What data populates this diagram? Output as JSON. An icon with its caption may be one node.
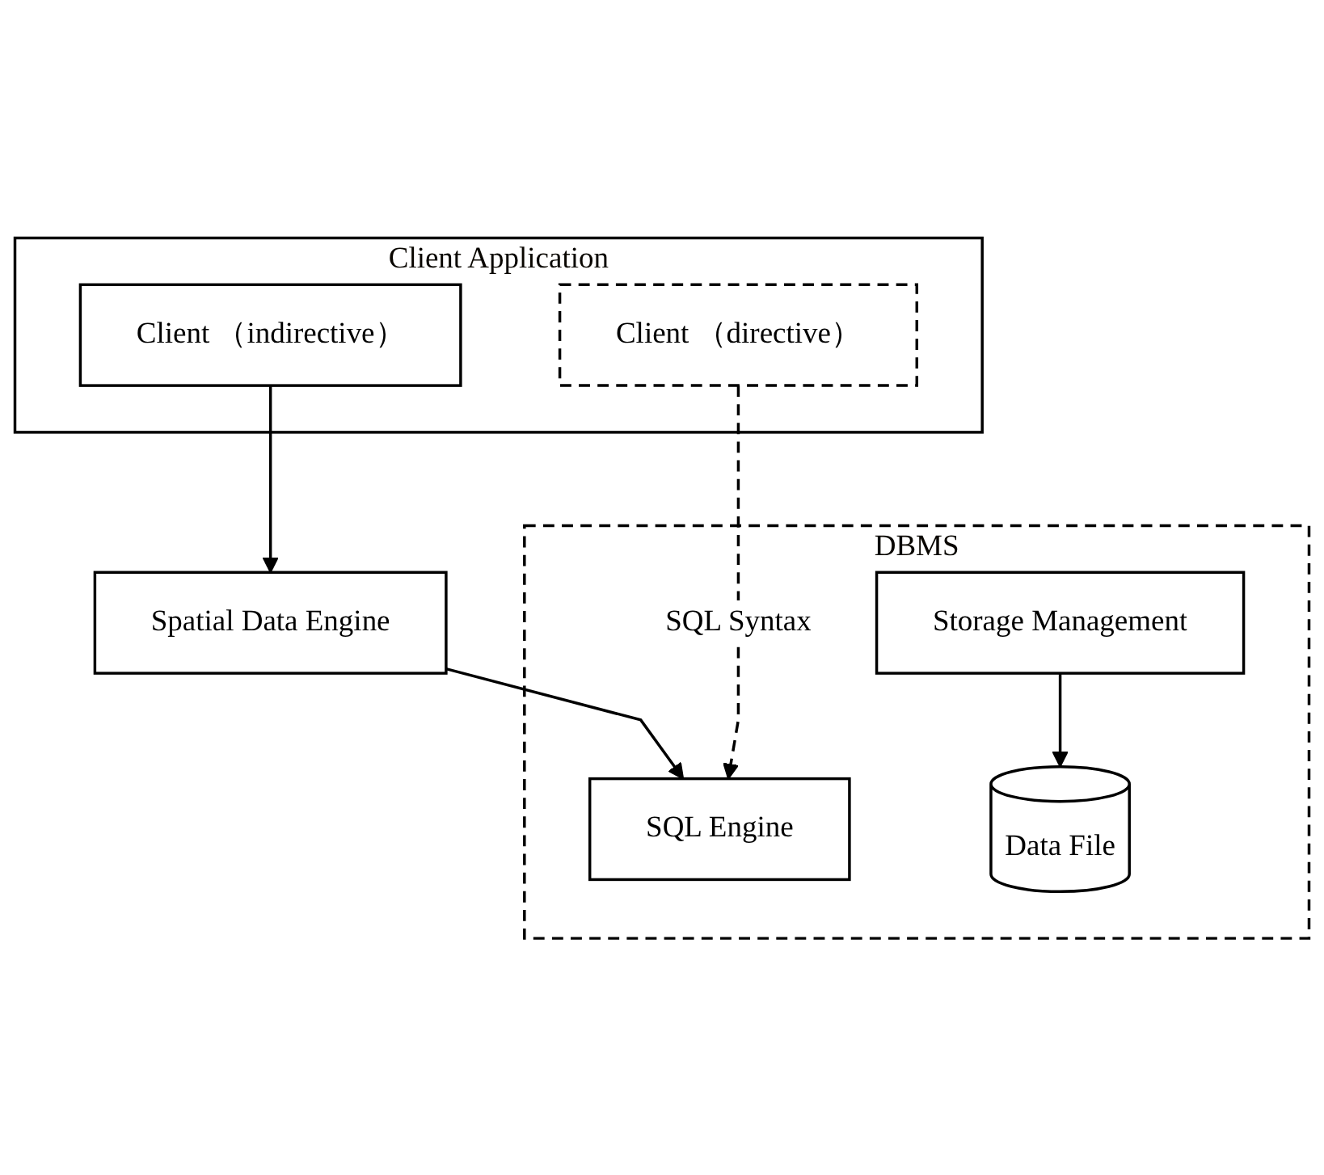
{
  "diagram": {
    "nodes": [
      {
        "text": [
          "Client Application"
        ]
      },
      {
        "text": [
          "Client （indirective）"
        ],
        "in": 0
      },
      {
        "text": [
          "Client （directive）"
        ],
        "in": 0
      },
      {
        "text": [
          "Spatial Data Engine"
        ]
      },
      {
        "text": [
          "DBMS"
        ]
      },
      {
        "text": [
          "SQL Engine"
        ],
        "in": 4
      },
      {
        "text": [
          "Storage Management"
        ],
        "in": 4
      },
      {
        "text": [
          "Data File"
        ],
        "in": 4
      }
    ],
    "edges": [
      {
        "from": 1,
        "to": 3,
        "arrow": "to"
      },
      {
        "from": 3,
        "to": 5,
        "arrow": "to"
      },
      {
        "from": 2,
        "to": 5,
        "arrow": "to",
        "style": "dashed",
        "label": "SQL Syntax"
      },
      {
        "from": 6,
        "to": 7,
        "arrow": "to"
      }
    ]
  }
}
